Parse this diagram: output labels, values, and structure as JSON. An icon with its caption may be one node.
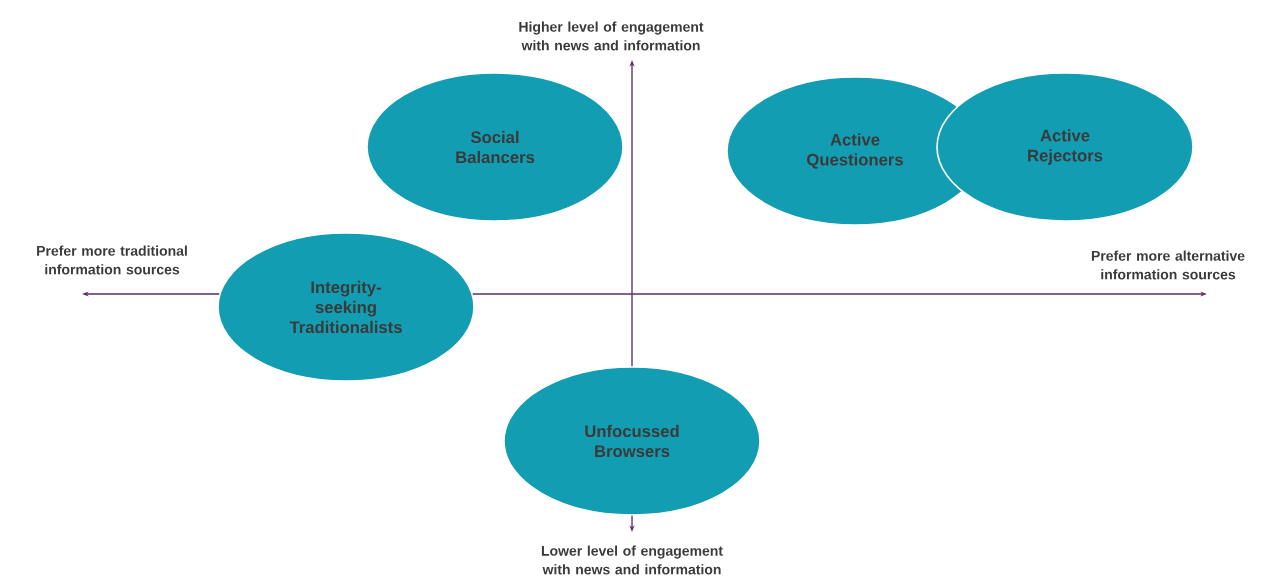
{
  "diagram": {
    "nodes": [
      {
        "text": [
          "Social Balancers"
        ]
      },
      {
        "text": [
          "Active Questioners"
        ]
      },
      {
        "text": [
          "Active Rejectors"
        ]
      },
      {
        "text": [
          "Integrity-seeking Traditionalists"
        ]
      },
      {
        "text": [
          "Unfocussed Browsers"
        ]
      }
    ],
    "labels": [
      "Higher level of engagement with news and information",
      "Prefer more traditional information sources",
      "Prefer more alternative information sources",
      "Lower level of engagement with news and information"
    ]
  }
}
